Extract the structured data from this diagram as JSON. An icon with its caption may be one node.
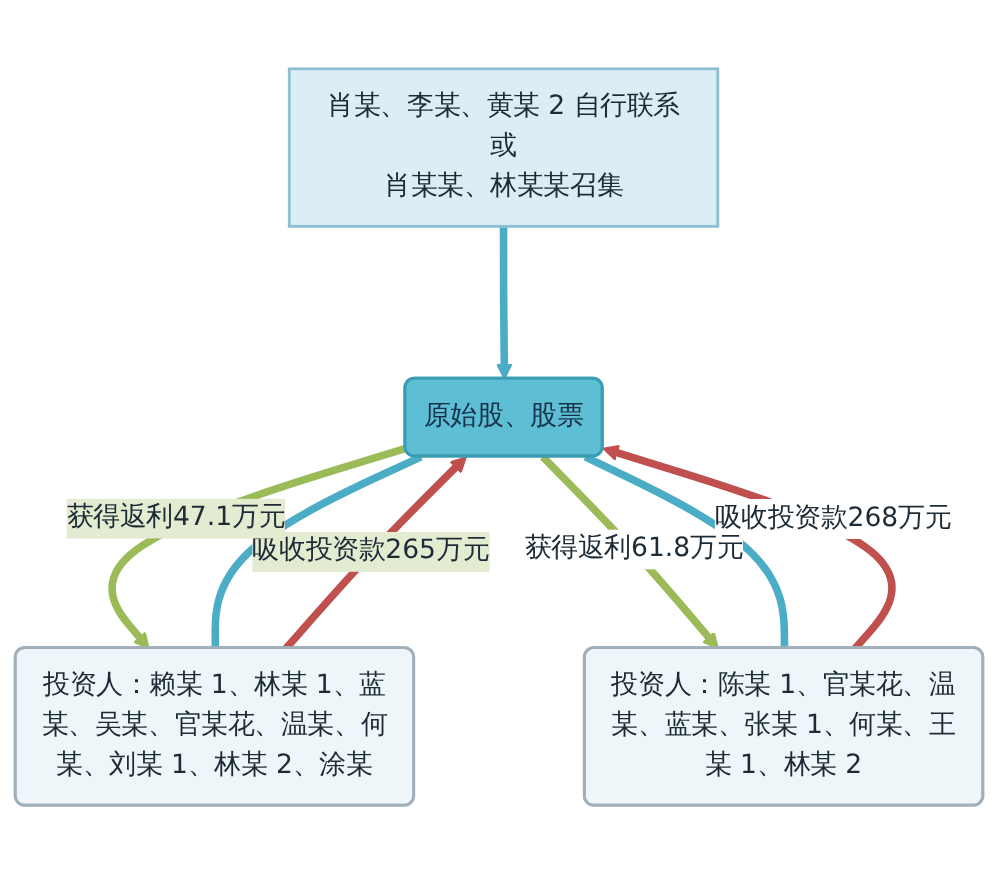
{
  "diagram": {
    "nodes": [
      {
        "text": [
          "肖某、李某、黄某 2 自行联系",
          "或",
          "肖某某、林某某召集"
        ]
      },
      {
        "text": [
          "原始股、股票"
        ]
      },
      {
        "text": [
          "投资人：赖某 1、林某 1、蓝某、吴某、官某花、温某、何某、刘某 1、林某 2、涂某"
        ]
      },
      {
        "text": [
          "投资人：陈某 1、官某花、温某、蓝某、张某 1、何某、王某 1、林某 2"
        ]
      }
    ],
    "edges": [
      {
        "from": 0,
        "to": 1,
        "arrow": "to"
      },
      {
        "from": 2,
        "to": 1,
        "arrow": "to",
        "color": "#c0504d",
        "label": "吸收投资款265万元"
      },
      {
        "from": 1,
        "to": 2,
        "arrow": "to",
        "color": "#9bbb59",
        "label": "获得返利47.1万元"
      },
      {
        "from": 1,
        "to": 2,
        "arrow": "none"
      },
      {
        "from": 3,
        "to": 1,
        "arrow": "to",
        "color": "#c0504d",
        "label": "吸收投资款268万元"
      },
      {
        "from": 1,
        "to": 3,
        "arrow": "to",
        "color": "#9bbb59",
        "label": "获得返利61.8万元"
      },
      {
        "from": 1,
        "to": 3,
        "arrow": "none"
      }
    ]
  }
}
